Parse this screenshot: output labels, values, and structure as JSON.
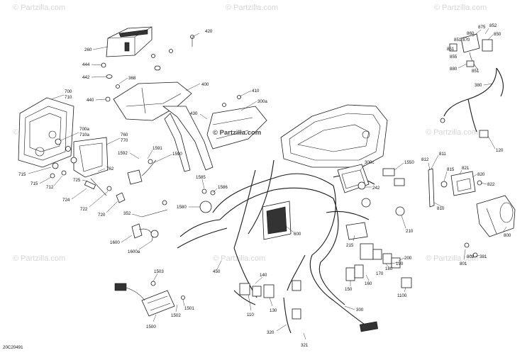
{
  "watermark": "© Partzilla.com",
  "center_brand": "© Partzilla.com",
  "diagram_code": "20C20491",
  "callouts": {
    "c420": "420",
    "c260": "260",
    "c444": "444",
    "c442": "442",
    "c368": "368",
    "c440": "440",
    "c400": "400",
    "c410": "410",
    "c300a": "300a",
    "c430": "430",
    "c700": "700",
    "c710": "710",
    "c700a": "700a",
    "c710a": "710a",
    "c760": "760",
    "c770": "770",
    "c762": "762",
    "c715a": "715",
    "c715b": "715",
    "c712": "712",
    "c725": "725",
    "c724": "724",
    "c722": "722",
    "c720": "720",
    "c1592": "1592",
    "c1591": "1591",
    "c1590": "1590",
    "c1585": "1585",
    "c1586": "1586",
    "c1580": "1580",
    "c352": "352",
    "c1600": "1600",
    "c1600a": "1600a",
    "c450": "450",
    "c600": "600",
    "c300c": "300c",
    "c1550": "1550",
    "c242": "242",
    "c210": "210",
    "c215": "215",
    "c200": "200",
    "c190": "190",
    "c180": "180",
    "c170": "170",
    "c160": "160",
    "c150": "150",
    "c1100": "1100",
    "c140": "140",
    "c130": "130",
    "c110": "110",
    "c300": "300",
    "c320": "320",
    "c321": "321",
    "c1503": "1503",
    "c1500": "1500",
    "c1501": "1501",
    "c1502": "1502",
    "c875": "875",
    "c852": "852",
    "c860": "860",
    "c850": "850",
    "c851": "851",
    "c870": "870",
    "c855": "855",
    "c880": "880",
    "c851b": "851",
    "c380": "380",
    "c120": "120",
    "c811": "811",
    "c812": "812",
    "c815": "815",
    "c821": "821",
    "c820": "820",
    "c822": "822",
    "c810": "810",
    "c800": "800",
    "c802": "802",
    "c381": "381",
    "c801": "801"
  }
}
